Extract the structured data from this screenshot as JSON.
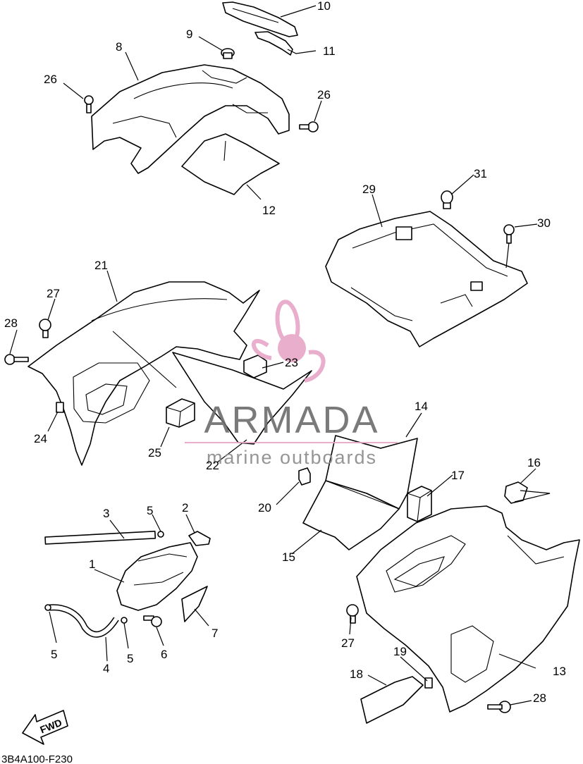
{
  "callouts": [
    {
      "id": "c1",
      "label": "1"
    },
    {
      "id": "c2",
      "label": "2"
    },
    {
      "id": "c3",
      "label": "3"
    },
    {
      "id": "c4",
      "label": "4"
    },
    {
      "id": "c5a",
      "label": "5"
    },
    {
      "id": "c5b",
      "label": "5"
    },
    {
      "id": "c5c",
      "label": "5"
    },
    {
      "id": "c6",
      "label": "6"
    },
    {
      "id": "c7",
      "label": "7"
    },
    {
      "id": "c8",
      "label": "8"
    },
    {
      "id": "c9",
      "label": "9"
    },
    {
      "id": "c10",
      "label": "10"
    },
    {
      "id": "c11",
      "label": "11"
    },
    {
      "id": "c12",
      "label": "12"
    },
    {
      "id": "c13",
      "label": "13"
    },
    {
      "id": "c14",
      "label": "14"
    },
    {
      "id": "c15",
      "label": "15"
    },
    {
      "id": "c16",
      "label": "16"
    },
    {
      "id": "c17",
      "label": "17"
    },
    {
      "id": "c18",
      "label": "18"
    },
    {
      "id": "c19",
      "label": "19"
    },
    {
      "id": "c20",
      "label": "20"
    },
    {
      "id": "c21",
      "label": "21"
    },
    {
      "id": "c22",
      "label": "22"
    },
    {
      "id": "c23",
      "label": "23"
    },
    {
      "id": "c24",
      "label": "24"
    },
    {
      "id": "c25",
      "label": "25"
    },
    {
      "id": "c26a",
      "label": "26"
    },
    {
      "id": "c26b",
      "label": "26"
    },
    {
      "id": "c27a",
      "label": "27"
    },
    {
      "id": "c27b",
      "label": "27"
    },
    {
      "id": "c28a",
      "label": "28"
    },
    {
      "id": "c28b",
      "label": "28"
    },
    {
      "id": "c29",
      "label": "29"
    },
    {
      "id": "c30",
      "label": "30"
    },
    {
      "id": "c31",
      "label": "31"
    }
  ],
  "watermark": {
    "title": "ARMADA",
    "subtitle": "marine outboards",
    "logo_icon": "propeller-logo-icon",
    "color": "#e8a6c8"
  },
  "fwd_label": "FWD",
  "fwd_icon": "forward-arrow-icon",
  "diagram_code": "3B4A100-F230"
}
